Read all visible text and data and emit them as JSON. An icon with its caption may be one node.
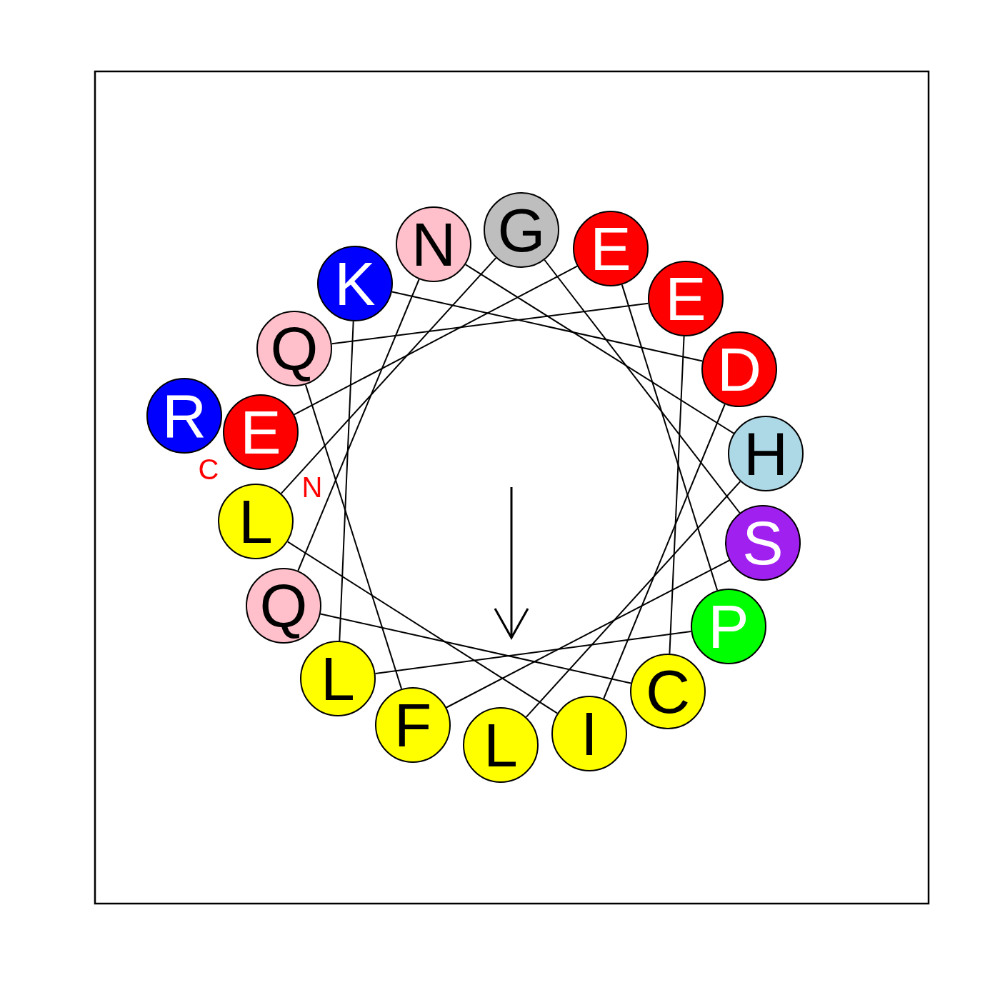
{
  "diagram": {
    "nodes": [
      {
        "text": [
          "E"
        ],
        "beside": [
          "N"
        ]
      },
      {
        "text": [
          "E"
        ]
      },
      {
        "text": [
          "P"
        ]
      },
      {
        "text": [
          "L"
        ]
      },
      {
        "text": [
          "K"
        ]
      },
      {
        "text": [
          "D"
        ]
      },
      {
        "text": [
          "I"
        ]
      },
      {
        "text": [
          "L"
        ]
      },
      {
        "text": [
          "G"
        ]
      },
      {
        "text": [
          "S"
        ]
      },
      {
        "text": [
          "F"
        ]
      },
      {
        "text": [
          "Q"
        ]
      },
      {
        "text": [
          "E"
        ]
      },
      {
        "text": [
          "C"
        ]
      },
      {
        "text": [
          "Q"
        ]
      },
      {
        "text": [
          "N"
        ]
      },
      {
        "text": [
          "H"
        ]
      },
      {
        "text": [
          "L"
        ]
      },
      {
        "text": [
          "R"
        ],
        "beside": [
          "C"
        ]
      }
    ],
    "edges": [
      {
        "from": 0,
        "to": 1,
        "arrow": "none"
      },
      {
        "from": 1,
        "to": 2,
        "arrow": "none"
      },
      {
        "from": 2,
        "to": 3,
        "arrow": "none"
      },
      {
        "from": 3,
        "to": 4,
        "arrow": "none"
      },
      {
        "from": 4,
        "to": 5,
        "arrow": "none"
      },
      {
        "from": 5,
        "to": 6,
        "arrow": "none"
      },
      {
        "from": 6,
        "to": 7,
        "arrow": "none"
      },
      {
        "from": 7,
        "to": 8,
        "arrow": "none"
      },
      {
        "from": 8,
        "to": 9,
        "arrow": "none"
      },
      {
        "from": 9,
        "to": 10,
        "arrow": "none"
      },
      {
        "from": 10,
        "to": 11,
        "arrow": "none"
      },
      {
        "from": 11,
        "to": 12,
        "arrow": "none"
      },
      {
        "from": 12,
        "to": 13,
        "arrow": "none"
      },
      {
        "from": 13,
        "to": 14,
        "arrow": "none"
      },
      {
        "from": 14,
        "to": 15,
        "arrow": "none"
      },
      {
        "from": 15,
        "to": 16,
        "arrow": "none"
      },
      {
        "from": 16,
        "to": 17,
        "arrow": "none"
      }
    ]
  }
}
